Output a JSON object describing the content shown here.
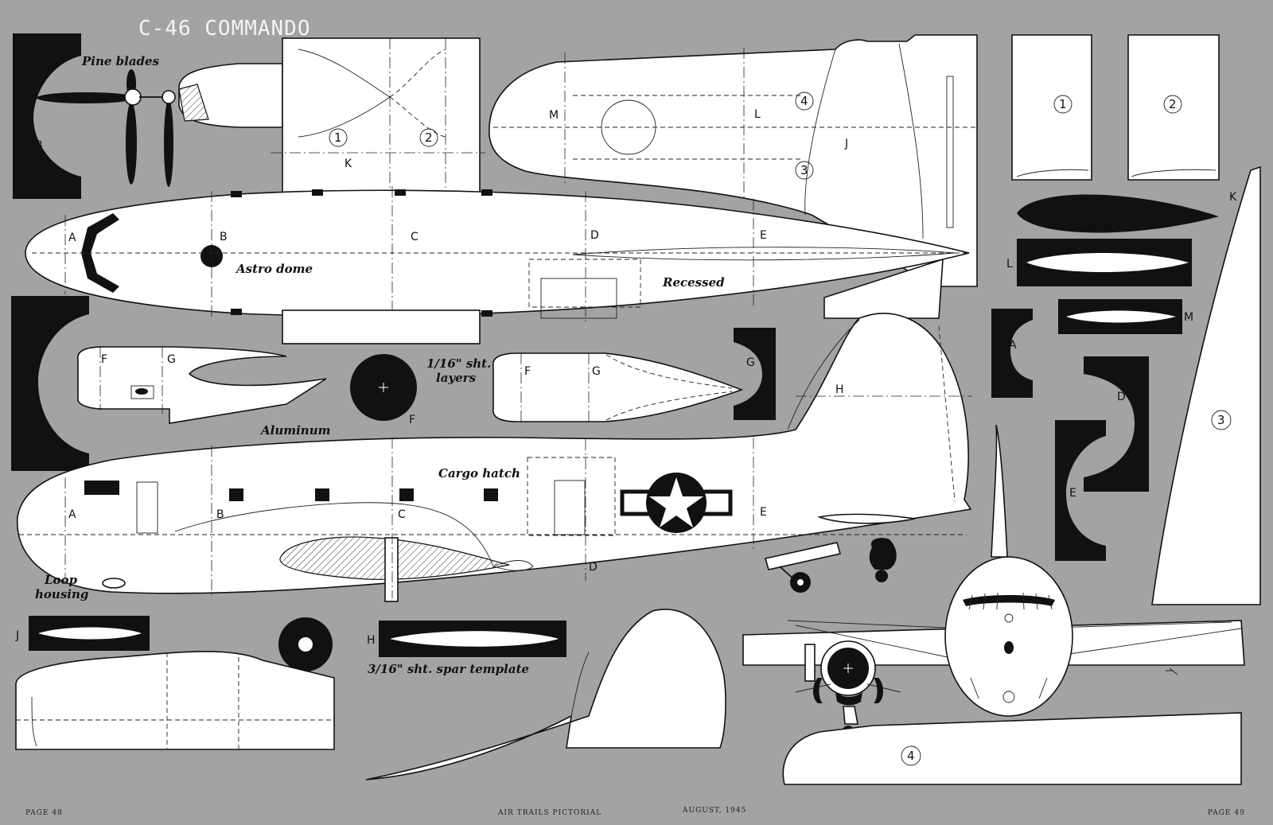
{
  "header": {
    "title": "C-46 COMMANDO"
  },
  "footer": {
    "page_left": "PAGE 48",
    "magazine": "AIR TRAILS PICTORIAL",
    "date": "AUGUST, 1945",
    "page_right": "PAGE 49"
  },
  "notes": {
    "pine_blades": "Pine blades",
    "astro_dome": "Astro dome",
    "recessed": "Recessed",
    "aluminum": "Aluminum",
    "sheet_layers_1": "1/16\" sht.",
    "sheet_layers_2": "layers",
    "cargo_hatch": "Cargo hatch",
    "loop_housing_1": "Loop",
    "loop_housing_2": "housing",
    "spar_template": "3/16\" sht. spar template"
  },
  "labels": {
    "A": "A",
    "B": "B",
    "C": "C",
    "D": "D",
    "E": "E",
    "F": "F",
    "G": "G",
    "H": "H",
    "J": "J",
    "K": "K",
    "L": "L",
    "M": "M"
  },
  "part_numbers": {
    "one": "1",
    "two": "2",
    "three": "3",
    "four": "4"
  },
  "colors": {
    "sheet": "#a3a3a3",
    "ink": "#111111",
    "paper": "#ffffff"
  }
}
